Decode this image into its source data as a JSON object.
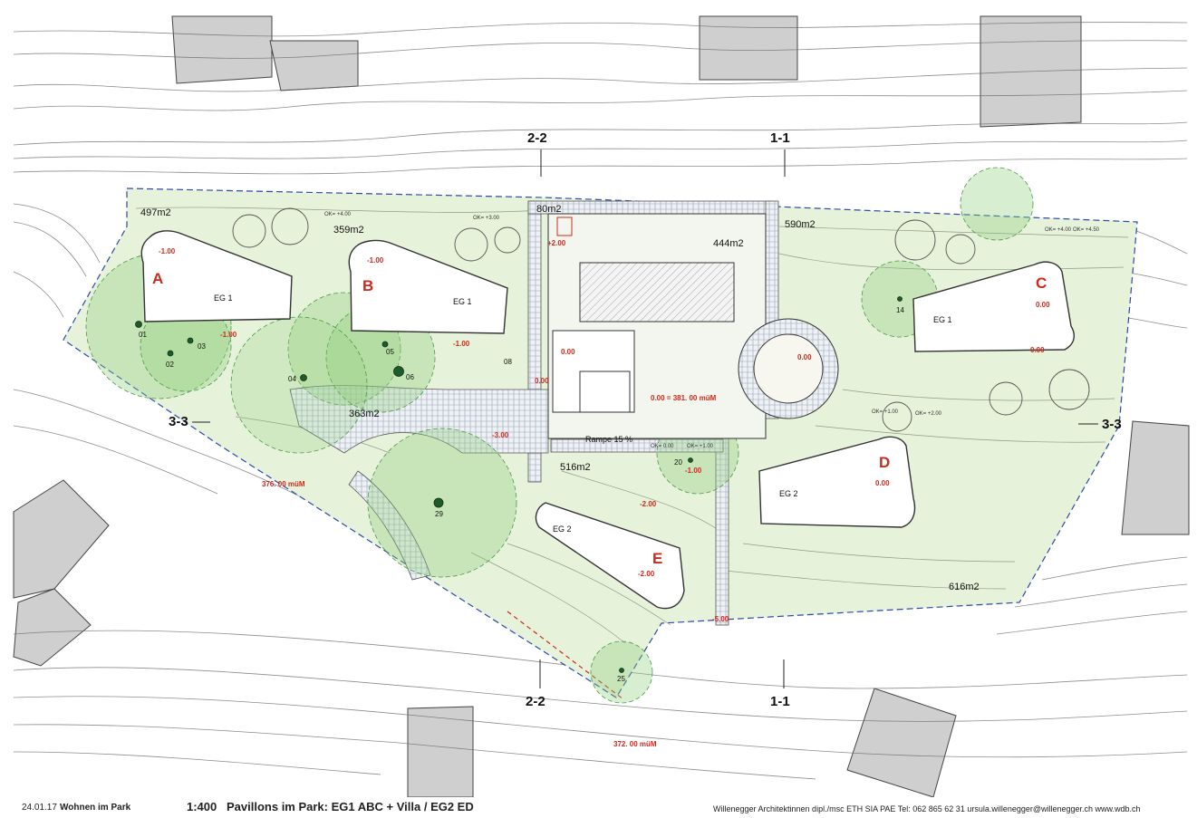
{
  "plan": {
    "sections": {
      "s22_top": "2-2",
      "s11_top": "1-1",
      "s33_left": "3-3",
      "s33_right": "3-3",
      "s22_bottom": "2-2",
      "s11_bottom": "1-1"
    },
    "pavilions": {
      "A": {
        "letter": "A",
        "floor": "EG 1",
        "level": "-1.00",
        "level2": "-1.00"
      },
      "B": {
        "letter": "B",
        "floor": "EG 1",
        "level": "-1.00",
        "level2": "-1.00"
      },
      "C": {
        "letter": "C",
        "floor": "EG 1",
        "level": "0.00",
        "level2": "0.00"
      },
      "D": {
        "letter": "D",
        "floor": "EG 2",
        "level": "0.00"
      },
      "E": {
        "letter": "E",
        "floor": "EG 2",
        "level": "-2.00"
      }
    },
    "areas": {
      "a497": "497m2",
      "a359": "359m2",
      "a80": "80m2",
      "a444": "444m2",
      "a590": "590m2",
      "a363": "363m2",
      "a516": "516m2",
      "a616": "616m2"
    },
    "levels": {
      "villa": "0.00",
      "villa_entry": "0.00",
      "zero_ref": "0.00 = 381. 00 müM",
      "rotunda": "0.00",
      "plaza": "-3.00",
      "lower": "-2.00",
      "bottom": "-5.00",
      "entry": "+2.00",
      "court": "-1.00",
      "alt_376": "376. 00 müM",
      "alt_372": "372. 00 müM"
    },
    "ramp": "Rampe 15 %",
    "trees": [
      "01",
      "02",
      "03",
      "04",
      "05",
      "06",
      "08",
      "14",
      "20",
      "25",
      "29"
    ],
    "small_labels": {
      "ok3": "OK= +3.00",
      "ok4": "OK= +4.00",
      "ok1": "OK= +1.00",
      "ok2": "OK= +2.00",
      "ok45": "OK= +4.50",
      "ok0": "OK= 0.00"
    }
  },
  "colors": {
    "green_site": "#e6f2da",
    "tree_green": "#8fcf7a",
    "building_grey": "#cfcfcf",
    "level_red": "#cc2a1e",
    "contour": "#555555",
    "boundary_blue": "#2a4aa8"
  },
  "footer": {
    "date": "24.01.17",
    "project": "Wohnen im Park",
    "scale": "1:400",
    "title": "Pavillons im Park: EG1 ABC + Villa /  EG2 ED",
    "architect": "Willenegger Architektinnen dipl./msc ETH SIA PAE     Tel: 062 865 62 31 ursula.willenegger@willenegger.ch www.wdb.ch"
  }
}
